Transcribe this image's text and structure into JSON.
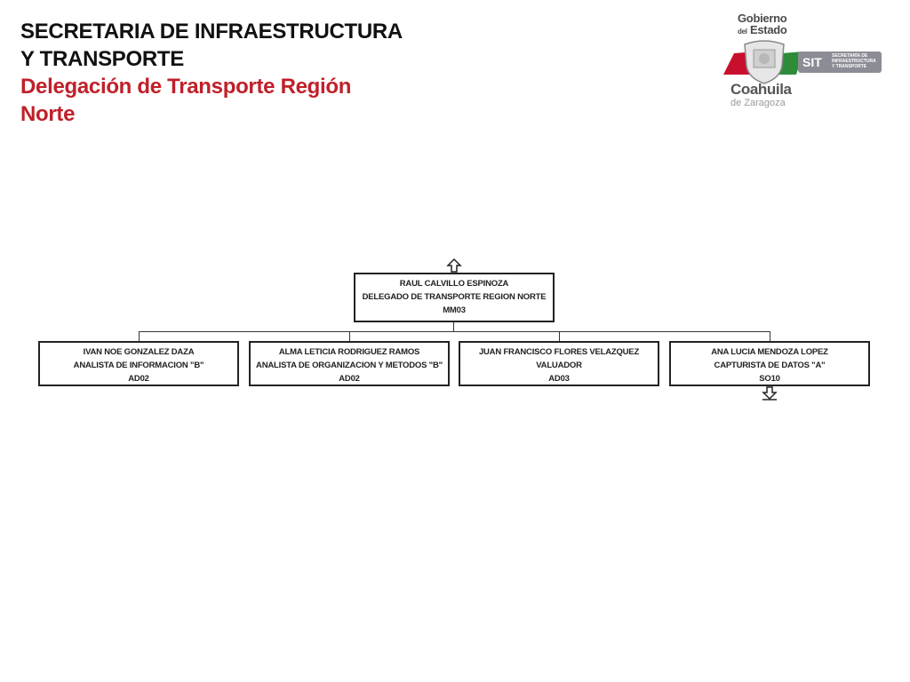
{
  "header": {
    "title_line1": "SECRETARIA DE INFRAESTRUCTURA",
    "title_line2": "Y TRANSPORTE",
    "subtitle_line1": "Delegación de Transporte Región",
    "subtitle_line2": "Norte"
  },
  "logo": {
    "gobierno": "Gobierno",
    "del": "del",
    "estado": "Estado",
    "coahuila": "Coahuila",
    "de_zaragoza": "de Zaragoza",
    "sit": "SIT",
    "sit_desc_1": "SECRETARÍA DE",
    "sit_desc_2": "INFRAESTRUCTURA",
    "sit_desc_3": "Y TRANSPORTE",
    "colors": {
      "red": "#c8102e",
      "green": "#2e8b3a",
      "grey": "#8c8c96"
    }
  },
  "org": {
    "head": {
      "name": "RAUL CALVILLO ESPINOZA",
      "position": "DELEGADO DE TRANSPORTE REGION NORTE",
      "code": "MM03"
    },
    "subordinates": [
      {
        "name": "IVAN NOE GONZALEZ DAZA",
        "position": "ANALISTA DE INFORMACION \"B\"",
        "code": "AD02"
      },
      {
        "name": "ALMA LETICIA RODRIGUEZ RAMOS",
        "position": "ANALISTA DE ORGANIZACION Y METODOS \"B\"",
        "code": "AD02"
      },
      {
        "name": "JUAN FRANCISCO FLORES VELAZQUEZ",
        "position": "VALUADOR",
        "code": "AD03"
      },
      {
        "name": "ANA LUCIA MENDOZA LOPEZ",
        "position": "CAPTURISTA DE DATOS  \"A\"",
        "code": "SO10"
      }
    ]
  }
}
